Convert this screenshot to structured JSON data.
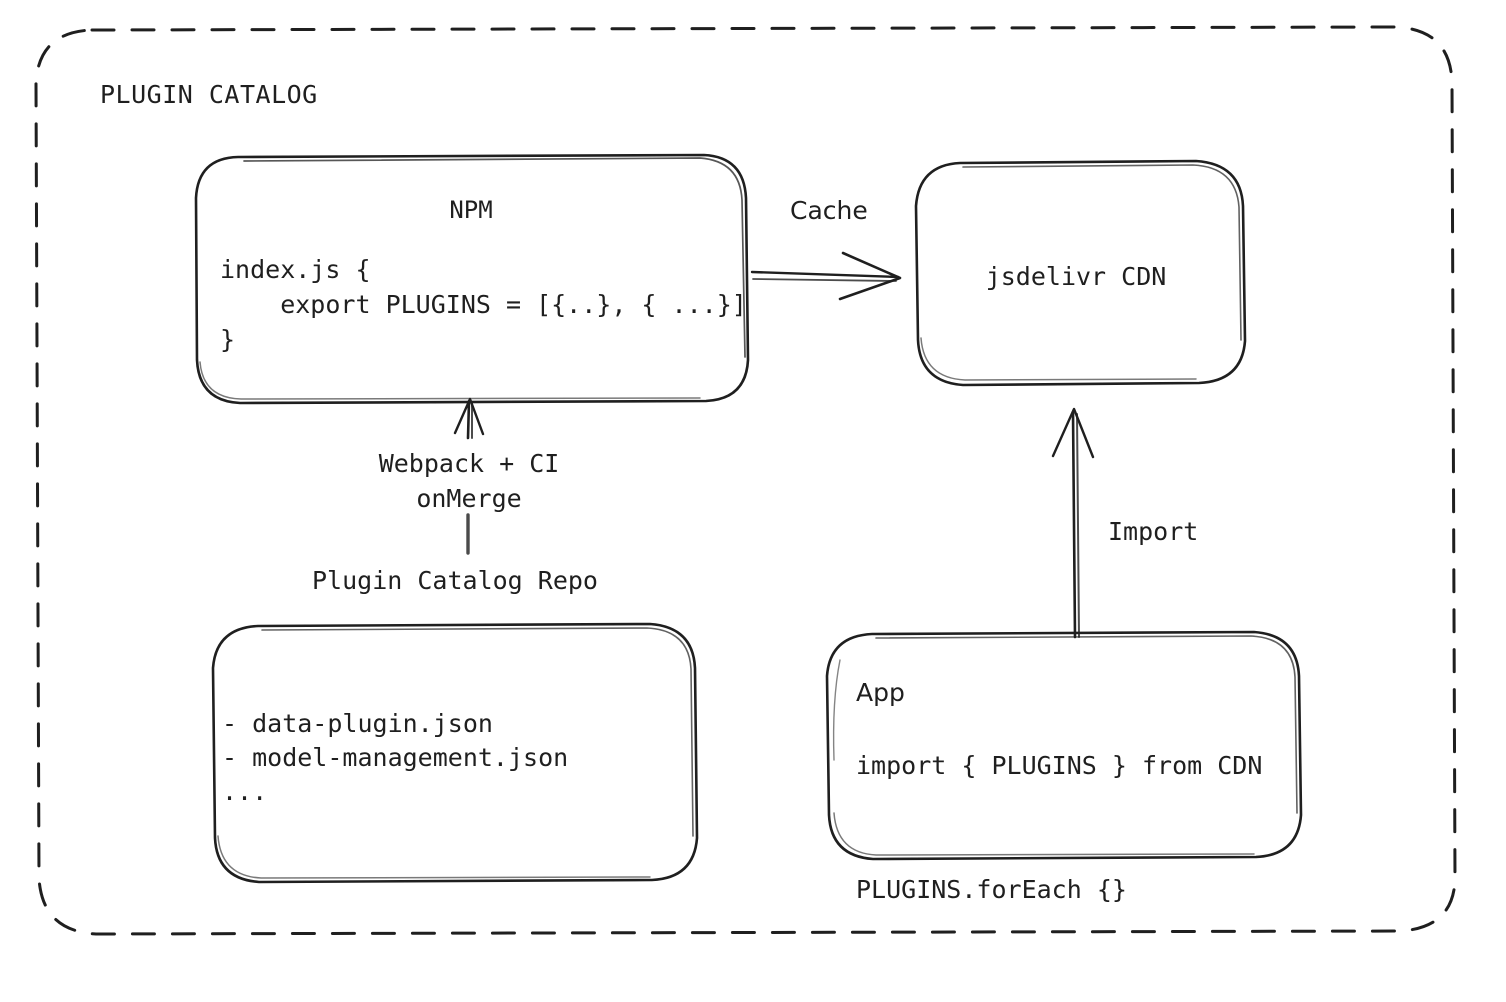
{
  "diagram": {
    "title": "PLUGIN CATALOG",
    "background": "#ffffff",
    "stroke_color": "#1f1f1f",
    "type": "architecture-flow"
  },
  "nodes": {
    "npm": {
      "title": "NPM",
      "code_lines": "index.js {\n    export PLUGINS = [{..}, { ...}]\n}"
    },
    "cdn": {
      "label": "jsdelivr CDN"
    },
    "repo": {
      "title": "Plugin Catalog Repo",
      "files": "- data-plugin.json\n- model-management.json\n..."
    },
    "app": {
      "title": "App",
      "code_lines": "import { PLUGINS } from CDN\n\nPLUGINS.forEach {}"
    }
  },
  "edges": {
    "cache": {
      "label": "Cache",
      "from": "npm",
      "to": "cdn",
      "direction": "right"
    },
    "build": {
      "label": "Webpack + CI\nonMerge",
      "from": "repo",
      "to": "npm",
      "direction": "up"
    },
    "import": {
      "label": "Import",
      "from": "app",
      "to": "cdn",
      "direction": "up"
    }
  }
}
